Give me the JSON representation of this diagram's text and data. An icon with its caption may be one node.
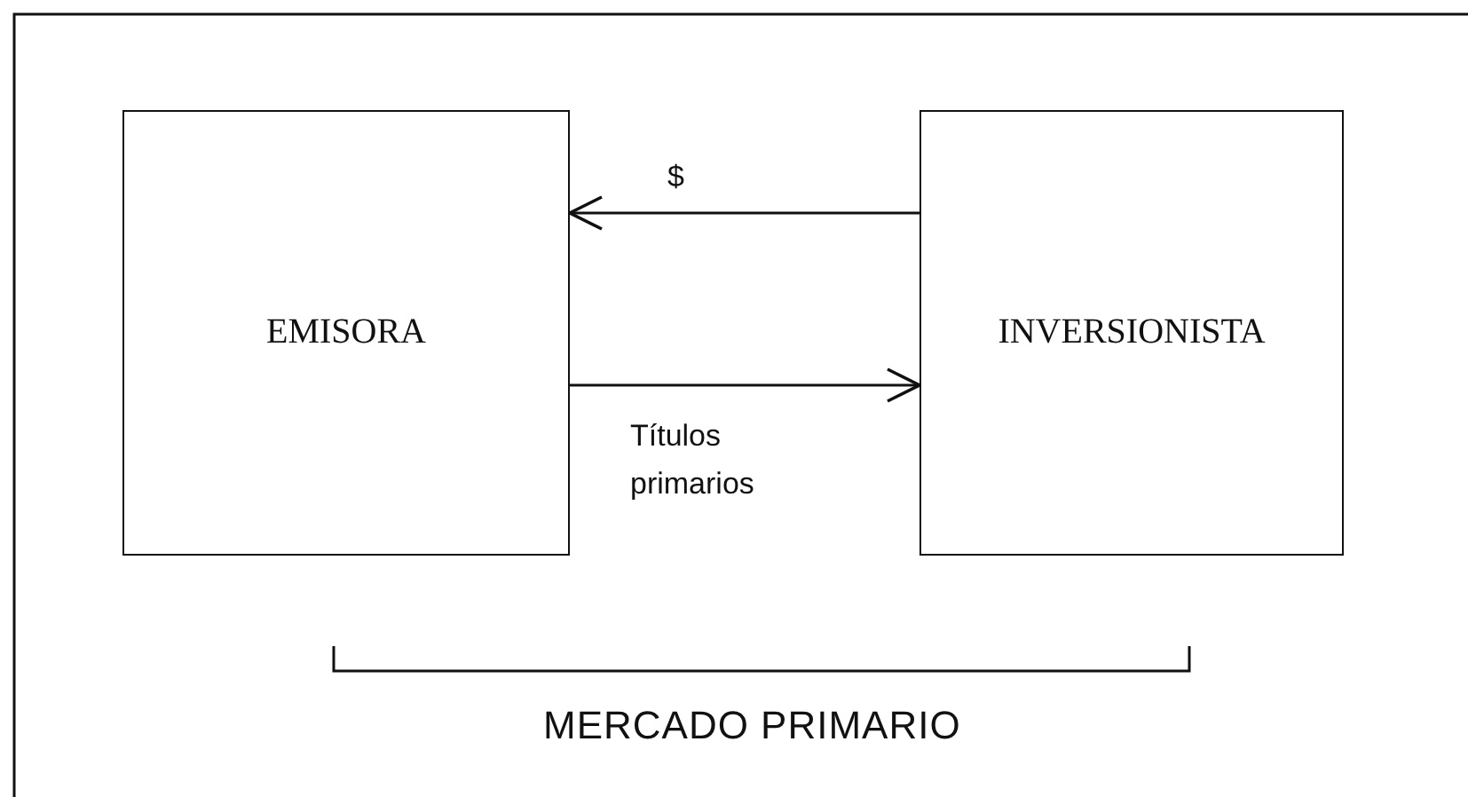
{
  "diagram": {
    "nodes": [
      {
        "text": [
          "EMISORA"
        ]
      },
      {
        "text": [
          "INVERSIONISTA"
        ]
      }
    ],
    "edges": [
      {
        "from": 1,
        "to": 0,
        "arrow": "to",
        "label": "$"
      },
      {
        "from": 0,
        "to": 1,
        "arrow": "to",
        "label": "Títulos primarios"
      }
    ],
    "labels": [
      "MERCADO PRIMARIO"
    ]
  }
}
